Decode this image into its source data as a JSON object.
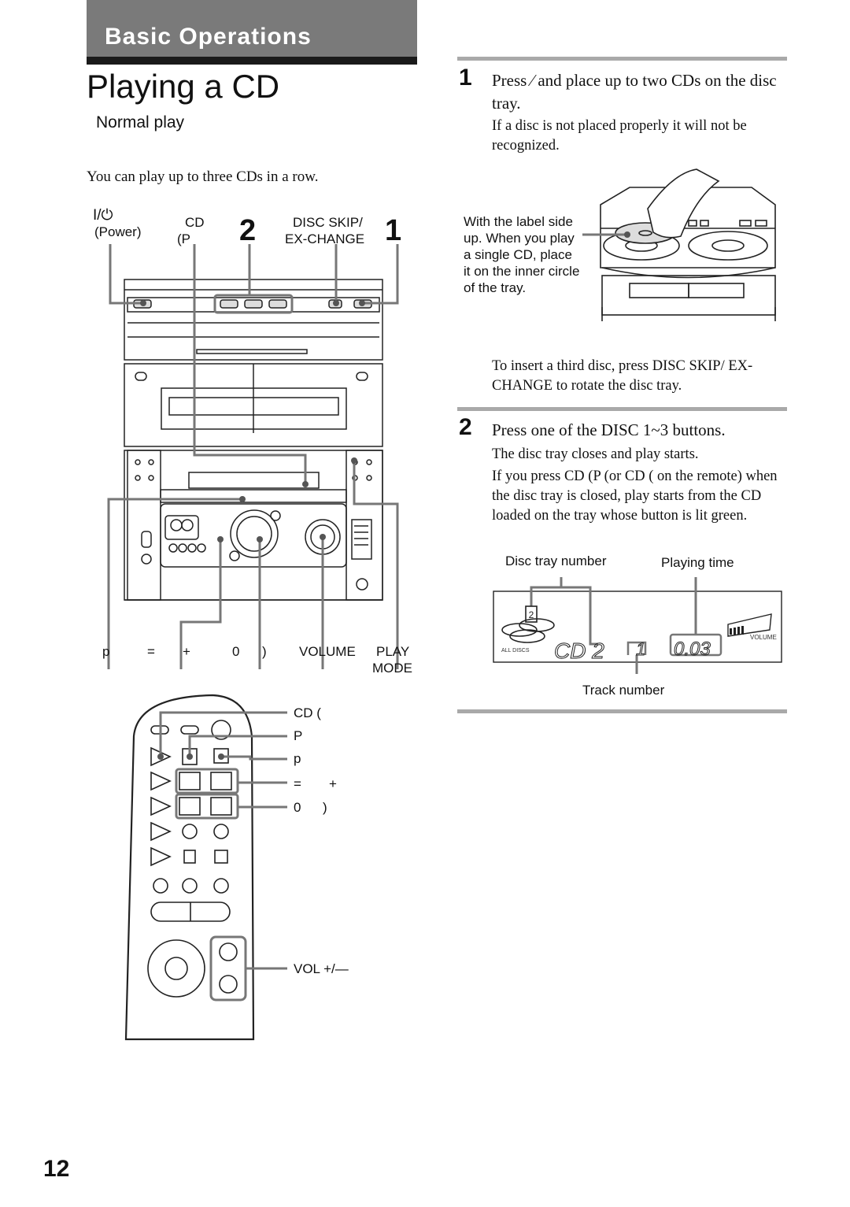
{
  "header": {
    "section": "Basic Operations",
    "title": "Playing a CD",
    "subtitle": "Normal play"
  },
  "intro": "You can play up to three CDs in a row.",
  "main_unit_labels": {
    "power_symbol": "I/⏻",
    "power": "(Power)",
    "cd_line1": "CD",
    "cd_line2": "(P",
    "num2": "2",
    "disc_skip_line1": "DISC SKIP/",
    "disc_skip_line2": "EX-CHANGE",
    "num1": "1",
    "bottom_p": "p",
    "bottom_eq": "=",
    "bottom_plus": "+",
    "bottom_0": "0",
    "bottom_paren": ")",
    "volume": "VOLUME",
    "play_mode_line1": "PLAY",
    "play_mode_line2": "MODE"
  },
  "remote_labels": {
    "cd": "CD (",
    "P": "P",
    "p": "p",
    "eq": "=",
    "plus": "+",
    "zero": "0",
    "paren": ")",
    "vol": "VOL +/—"
  },
  "step1": {
    "number": "1",
    "instruction": "Press ⁄  and place up to two CDs on the disc tray.",
    "note": "If a disc is not placed properly it will not be recognized.",
    "callout": "With the label side up.  When you play a single CD, place it on the inner circle of the tray.",
    "tip": "To insert a third disc, press DISC SKIP/ EX-CHANGE to rotate the disc tray."
  },
  "step2": {
    "number": "2",
    "instruction": "Press one of the DISC 1~3 buttons.",
    "note1": "The disc tray closes and play starts.",
    "note2": "If you press CD (P     (or CD (     on the remote) when the disc tray is closed, play starts from the CD loaded on the tray whose button is lit green."
  },
  "display": {
    "disc_tray_number_label": "Disc tray number",
    "playing_time_label": "Playing time",
    "track_number_label": "Track number",
    "all_discs": "ALL  DISCS",
    "volume": "VOLUME",
    "segment_text": "CD 2",
    "track": "1",
    "time": "0.03",
    "disc_icon_number": "2"
  },
  "page_number": "12"
}
